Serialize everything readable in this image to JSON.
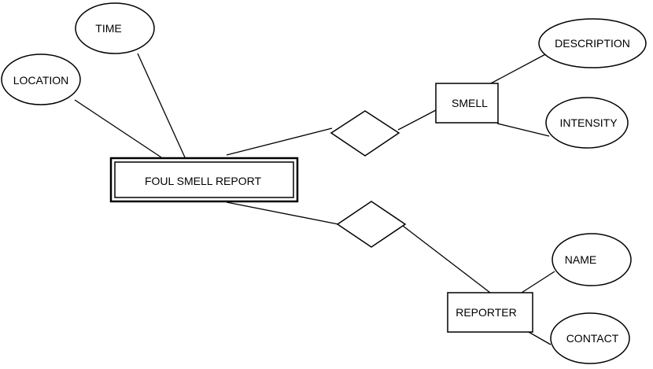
{
  "entities": {
    "foul_smell_report": "FOUL SMELL REPORT",
    "smell": "SMELL",
    "reporter": "REPORTER"
  },
  "attributes": {
    "time": "TIME",
    "location": "LOCATION",
    "description": "DESCRIPTION",
    "intensity": "INTENSITY",
    "name": "NAME",
    "contact": "CONTACT"
  }
}
